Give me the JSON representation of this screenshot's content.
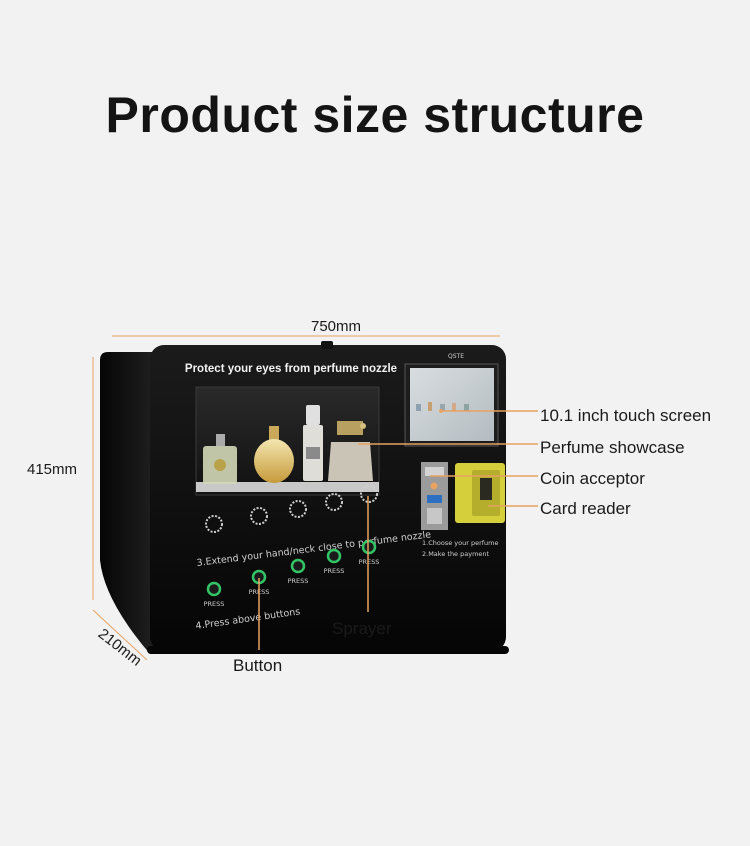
{
  "page": {
    "title": "Product size structure"
  },
  "dimensions": {
    "width": "750mm",
    "height": "415mm",
    "depth": "210mm"
  },
  "machine": {
    "top_banner": "Protect your eyes from perfume nozzle",
    "step3_text": "3.Extend your hand/neck close to perfume nozzle",
    "step4_text": "4.Press above buttons",
    "press_label": "PRESS",
    "screen_step1": "1.Choose your perfume",
    "screen_step2": "2.Make the payment",
    "logo": "QSTE"
  },
  "callouts": {
    "touch_screen": "10.1 inch touch screen",
    "showcase": "Perfume showcase",
    "coin_acceptor": "Coin acceptor",
    "card_reader": "Card reader",
    "sprayer": "Sprayer",
    "button": "Button"
  },
  "colors": {
    "accent": "#e8a262",
    "cabinet": "#0d0d0d",
    "card_reader": "#d6cf3c",
    "button_green": "#33c466"
  }
}
